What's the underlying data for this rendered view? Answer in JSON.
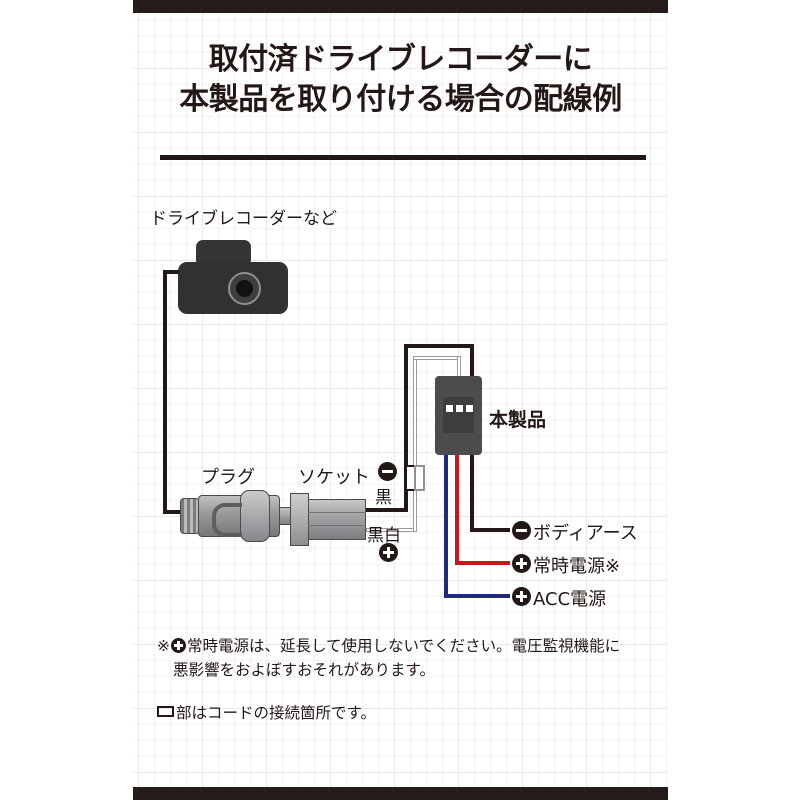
{
  "title": {
    "line1": "取付済ドライブレコーダーに",
    "line2": "本製品を取り付ける場合の配線例"
  },
  "labels": {
    "dashcam": "ドライブレコーダーなど",
    "product": "本製品",
    "plug": "プラグ",
    "socket": "ソケット",
    "black_wire": "黒",
    "black_white_wire": "黒白"
  },
  "legend": [
    {
      "label": "ボディアース",
      "polarity": "minus",
      "color": "#231815"
    },
    {
      "label": "常時電源※",
      "polarity": "plus",
      "color": "#cf121b"
    },
    {
      "label": "ACC電源",
      "polarity": "plus",
      "color": "#1e2a78"
    }
  ],
  "notes": {
    "note1_prefix": "※",
    "note1_a": "常時電源は、延長して使用しないでください。電圧監視機能に",
    "note1_b": "悪影響をおよぼすおそれがあります。",
    "note2": "部はコードの接続箇所です。"
  },
  "colors": {
    "ink": "#231815",
    "red": "#cf121b",
    "blue": "#1e2a78",
    "bar": "#241c18",
    "grid": "#e9e9ed"
  }
}
